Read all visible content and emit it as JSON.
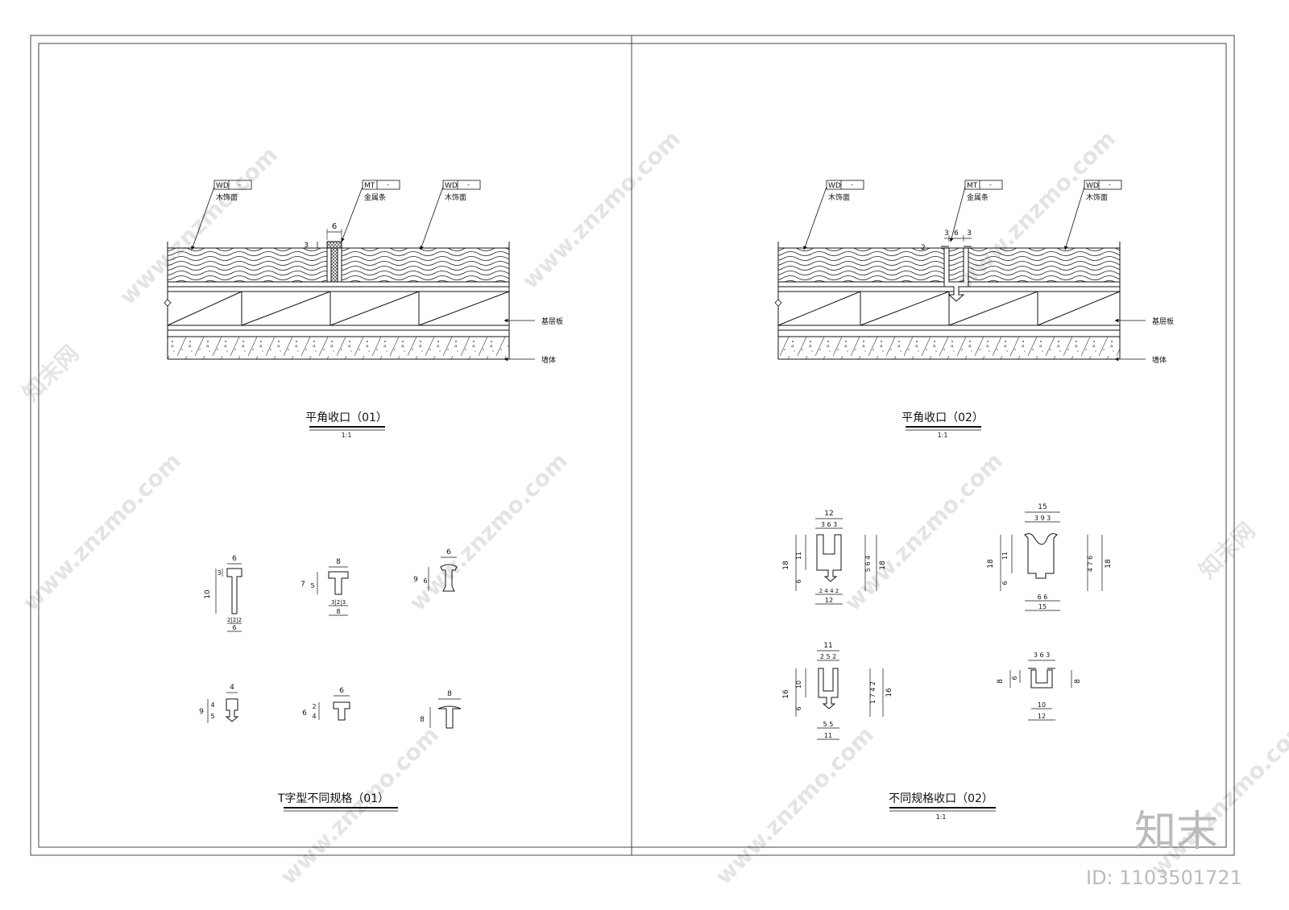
{
  "labels": {
    "tag_wd": "WD",
    "tag_mt": "MT",
    "tag_dash": "-",
    "wood_face": "木饰面",
    "metal_strip": "金属条",
    "base_board": "基层板",
    "wall": "墙体"
  },
  "panels": {
    "left_top": {
      "title": "平角收口（01）",
      "scale": "1:1",
      "dims": [
        "6",
        "3"
      ]
    },
    "right_top": {
      "title": "平角收口（02）",
      "scale": "1:1",
      "dims": [
        "3",
        "6",
        "3",
        "2"
      ]
    },
    "left_bottom": {
      "title": "T字型不同规格（01）"
    },
    "right_bottom": {
      "title": "不同规格收口（02）",
      "scale": "1:1"
    }
  },
  "t_profiles": [
    {
      "top": "6",
      "left": "10",
      "left2": "3",
      "bottom": "2|2|2",
      "bottom2": "6"
    },
    {
      "top": "8",
      "left": "7",
      "left2": "5",
      "bottom": "3|2|3",
      "bottom2": "8"
    },
    {
      "top": "6",
      "left": "9",
      "left2": "6"
    },
    {
      "top": "4",
      "left": "9",
      "left2": "5",
      "left3": "4"
    },
    {
      "top": "6",
      "left": "6",
      "left2": "4",
      "left3": "2"
    },
    {
      "top": "8",
      "left": "8"
    }
  ],
  "u_profiles": [
    {
      "top": "12",
      "top2": "3 6 3",
      "left": "18",
      "left2": "11",
      "left3": "6",
      "right": "18",
      "right2": "5 6 4",
      "bottom": "2 4 4 2",
      "bottom2": "12"
    },
    {
      "top": "15",
      "top2": "3 9 3",
      "left": "18",
      "left2": "11",
      "left3": "6",
      "right": "18",
      "right2": "4 7 6",
      "bottom": "6 6",
      "bottom2": "15"
    },
    {
      "top": "11",
      "top2": "2 5 2",
      "left": "16",
      "left2": "10",
      "left3": "6",
      "right": "16",
      "right2": "1 7 4 2",
      "bottom": "5 5",
      "bottom2": "11"
    },
    {
      "top": "3 6 3",
      "left": "8",
      "left2": "6",
      "right": "8",
      "bottom": "10",
      "bottom2": "12"
    }
  ],
  "watermark": {
    "site": "www.znzmo.com",
    "brand_cn": "知末网",
    "logo": "知末",
    "id": "ID: 1103501721"
  }
}
